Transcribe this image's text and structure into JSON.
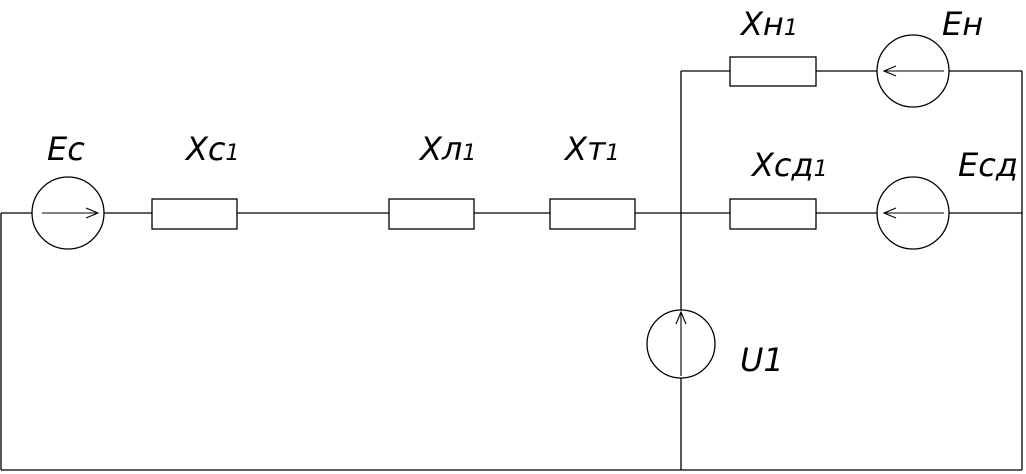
{
  "labels": {
    "ec": "Ec",
    "xc1": {
      "base": "Xc",
      "sub": "1"
    },
    "xl1": {
      "base": "Xл",
      "sub": "1"
    },
    "xt1": {
      "base": "Xт",
      "sub": "1"
    },
    "xh1": {
      "base": "Xн",
      "sub": "1"
    },
    "eh": "Eн",
    "xsd1": {
      "base": "Xсд",
      "sub": "1"
    },
    "esd": "Eсд",
    "u1": "U1"
  }
}
